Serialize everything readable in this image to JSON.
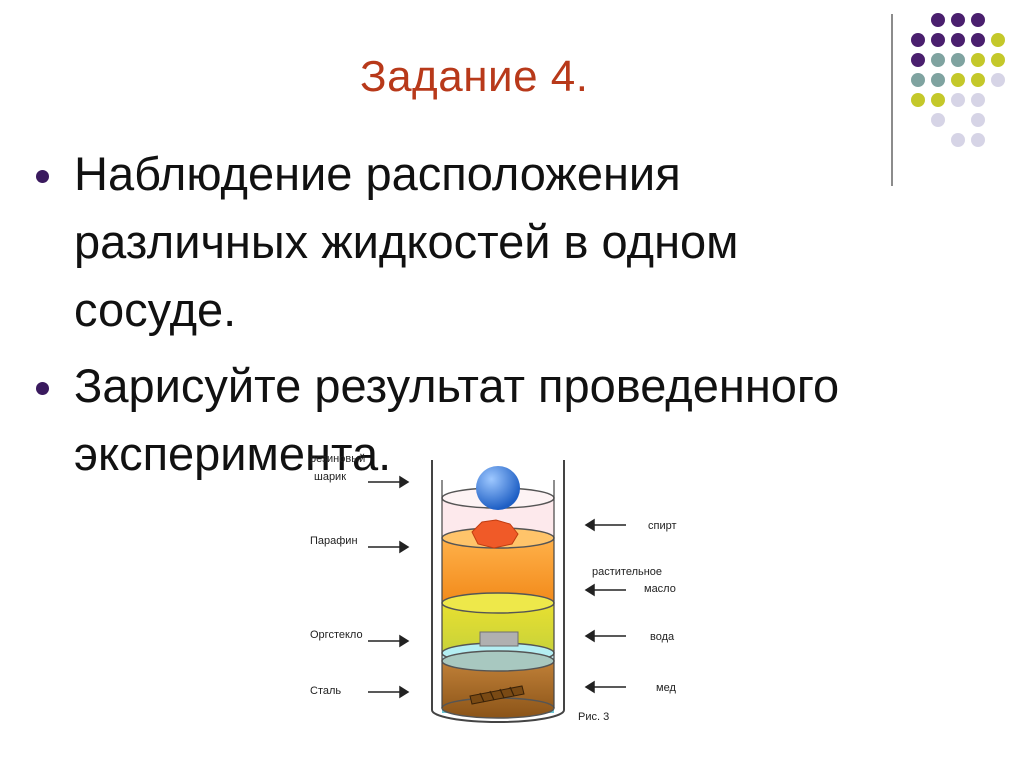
{
  "slide": {
    "title": "Задание 4.",
    "bullets": [
      {
        "text": "Наблюдение расположения различных жидкостей в одном сосуде."
      },
      {
        "text": "Зарисуйте результат проведенного эксперимента."
      }
    ]
  },
  "colors": {
    "title": "#b8391a",
    "bullet": "#3a1a5e",
    "dot_purple": "#4a1f6e",
    "dot_teal": "#7fa3a0",
    "dot_olive": "#c4c82a",
    "dot_lavender": "#d6d4e6"
  },
  "diagram": {
    "left_labels": {
      "ball_line1": "резиновый",
      "ball_line2": "шарик",
      "paraffin": "Парафин",
      "plexiglass": "Оргстекло",
      "steel": "Сталь"
    },
    "right_labels": {
      "alcohol": "спирт",
      "oil_line1": "растительное",
      "oil_line2": "масло",
      "water": "вода",
      "honey": "мед"
    },
    "caption": "Рис. 3"
  }
}
